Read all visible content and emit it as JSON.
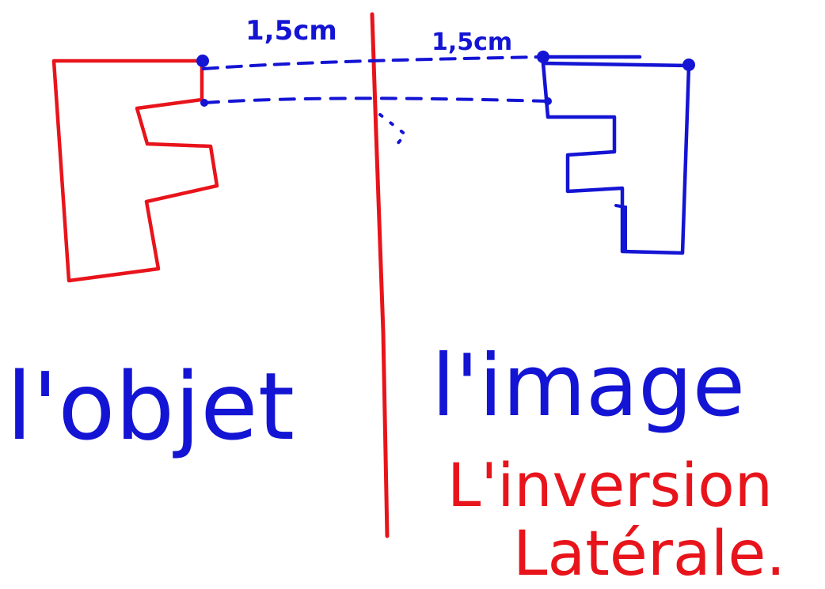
{
  "colors": {
    "red": "#e8141b",
    "blue": "#1414d4",
    "background": "#ffffff"
  },
  "labels": {
    "distance_left": "1,5cm",
    "distance_right": "1,5cm",
    "object_label": "l'objet",
    "image_label": "l'image",
    "inversion_line1": "L'inversion",
    "inversion_line2": "Latérale."
  }
}
